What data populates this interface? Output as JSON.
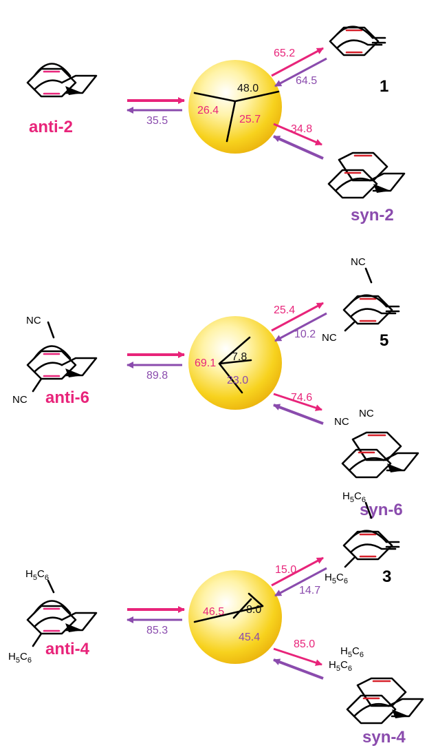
{
  "colors": {
    "pink": "#e8247a",
    "purple": "#8a4bad",
    "red": "#d6202a",
    "sphere": "#f7d21e"
  },
  "rows": [
    {
      "reactant": "anti-2",
      "forward": "",
      "reverse": "35.5",
      "pie": {
        "a": "48.0",
        "b": "26.4",
        "c": "25.7"
      },
      "top_up": "65.2",
      "top_down": "64.5",
      "top_product": "1",
      "bot_up": "34.8",
      "bot_product": "syn-2"
    },
    {
      "reactant": "anti-6",
      "forward": "",
      "reverse": "89.8",
      "pie": {
        "a": "7.8",
        "b": "69.1",
        "c": "23.0"
      },
      "top_up": "25.4",
      "top_down": "10.2",
      "top_product": "5",
      "bot_up": "74.6",
      "bot_product": "syn-6"
    },
    {
      "reactant": "anti-4",
      "forward": "",
      "reverse": "85.3",
      "pie": {
        "a": "8.0",
        "b": "46.5",
        "c": "45.4"
      },
      "top_up": "15.0",
      "top_down": "14.7",
      "top_product": "3",
      "bot_up": "85.0",
      "bot_product": "syn-4"
    }
  ],
  "substituents": {
    "nc": "NC",
    "h5c6_h": "H",
    "h5c6_5": "5",
    "h5c6_c": "C",
    "h5c6_6": "6"
  }
}
